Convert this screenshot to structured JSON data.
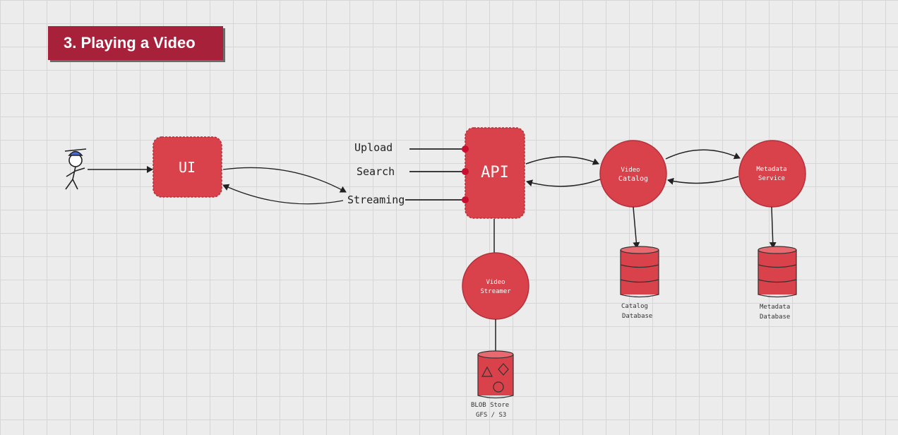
{
  "title": "3. Playing a Video",
  "nodes": {
    "ui": "UI",
    "api": "API",
    "video_catalog": [
      "Video",
      "Catalog"
    ],
    "metadata_service": [
      "Metadata",
      "Service"
    ],
    "video_streamer": [
      "Video",
      "Streamer"
    ]
  },
  "endpoints": {
    "upload": "Upload",
    "search": "Search",
    "streaming": "Streaming"
  },
  "databases": {
    "catalog": [
      "Catalog",
      "Database"
    ],
    "metadata": [
      "Metadata",
      "Database"
    ],
    "blob": [
      "BLOB Store",
      "GFS / S3"
    ]
  },
  "colors": {
    "node_fill": "#d9424a",
    "node_dark": "#b5303a",
    "title_bg": "#a8213b",
    "line": "#222222"
  }
}
